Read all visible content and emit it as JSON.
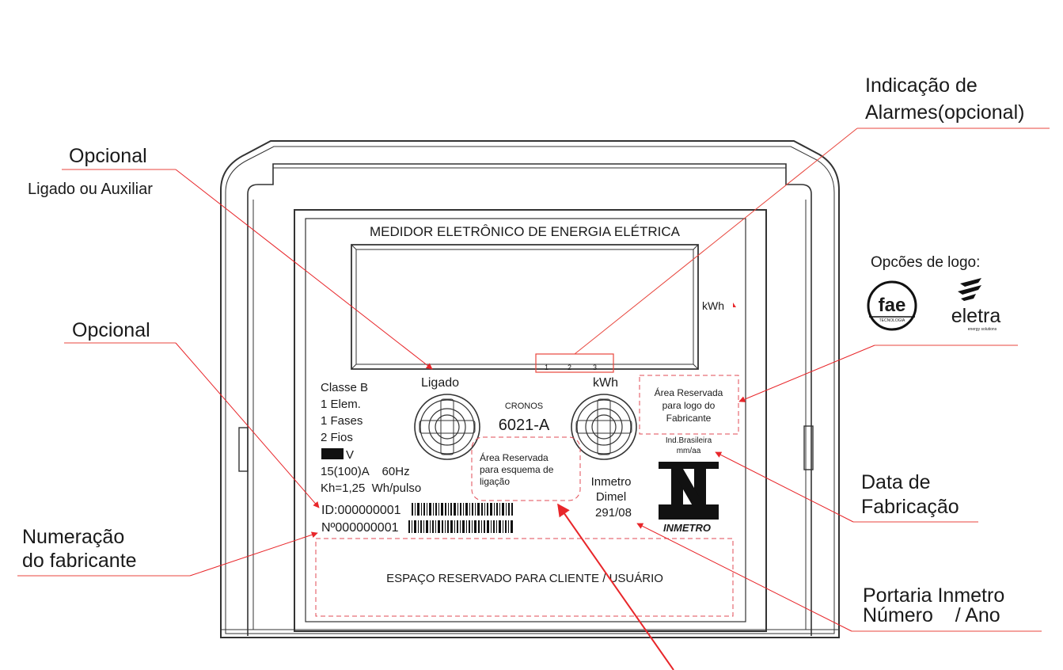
{
  "callouts": {
    "opcional_top": "Opcional",
    "ligado_ou_auxiliar": "Ligado ou Auxiliar",
    "opcional_left": "Opcional",
    "numeracao_line1": "Numeração",
    "numeracao_line2": "do fabricante",
    "alarmes_line1": "Indicação de",
    "alarmes_line2": "Alarmes(opcional)",
    "data_line1": "Data de",
    "data_line2": "Fabricação",
    "portaria_line1": "Portaria Inmetro",
    "portaria_line2": "Número    / Ano"
  },
  "logos": {
    "title": "Opcões de logo:",
    "fae_name": "fae",
    "fae_sub": "TECNOLOGIA",
    "eletra_name": "eletra",
    "eletra_sub": "energy solutions"
  },
  "meter": {
    "title": "MEDIDOR ELETRÔNICO DE ENERGIA ELÉTRICA",
    "display_unit": "kWh",
    "alarm_1": "1",
    "alarm_2": "2",
    "alarm_3": "3",
    "specs": [
      "Classe B",
      "1 Elem.",
      "1 Fases",
      "2 Fios",
      "V",
      "15(100)A    60Hz",
      "Kh=1,25  Wh/pulso"
    ],
    "ligado_label": "Ligado",
    "kwh_label": "kWh",
    "model_brand": "CRONOS",
    "model_number": "6021-A",
    "reserved_logo": [
      "Área Reservada",
      "para logo do",
      "Fabricante"
    ],
    "ind_brasileira": "Ind.Brasileira",
    "mm_aa": "mm/aa",
    "reserved_scheme": [
      "Área Reservada",
      "para esquema de",
      "ligação"
    ],
    "inmetro_label": "Inmetro",
    "dimel_label": "Dimel",
    "portaria_number": "291/08",
    "inmetro_brand": "INMETRO",
    "id_text": "ID:000000001",
    "serial_text": "Nº000000001",
    "client_area": "ESPAÇO RESERVADO PARA CLIENTE / USUÁRIO"
  },
  "colors": {
    "outline": "#333333",
    "callout": "#e8453c",
    "callout_arrow": "#e8262a",
    "dashed": "#e24b55",
    "text": "#1a1a1a"
  }
}
